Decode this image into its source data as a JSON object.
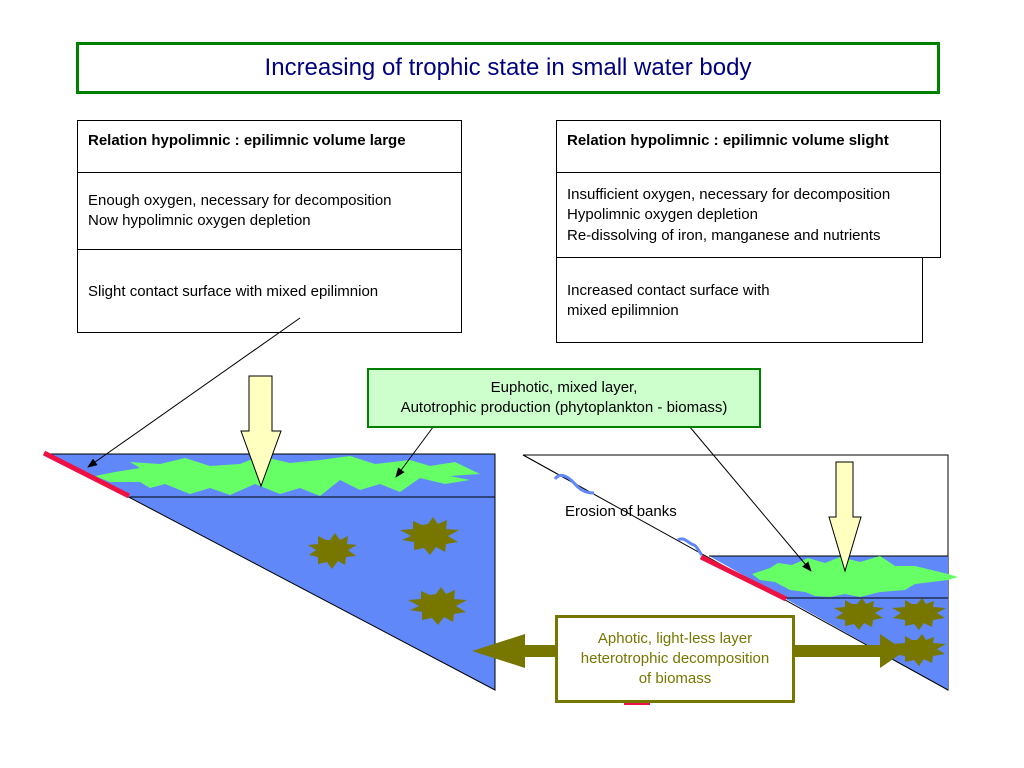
{
  "title": "Increasing of trophic state in small water body",
  "left_table": {
    "header": "Relation hypolimnic : epilimnic volume  large",
    "row1": [
      "Enough oxygen, necessary for decomposition",
      "Now hypolimnic oxygen depletion"
    ],
    "row2": [
      "Slight contact surface with mixed epilimnion"
    ]
  },
  "right_table": {
    "header": "Relation hypolimnic : epilimnic volume slight",
    "row1": [
      "Insufficient oxygen, necessary for decomposition",
      "Hypolimnic oxygen depletion",
      "Re-dissolving of iron, manganese and nutrients"
    ],
    "row2": [
      "Increased contact surface with",
      "mixed epilimnion"
    ]
  },
  "euphotic_label": [
    "Euphotic, mixed layer,",
    "Autotrophic production  (phytoplankton - biomass)"
  ],
  "aphotic_label": [
    "Aphotic, light-less layer",
    "heterotrophic decomposition",
    "of biomass"
  ],
  "erosion_label": "Erosion of banks",
  "colors": {
    "water": "#6088f8",
    "phytoplankton": "#66ff66",
    "biomass": "#777700",
    "contact_surface": "#ee1144",
    "light_arrow": "#ffffc0",
    "title_border": "#008000",
    "title_text": "#000080"
  }
}
